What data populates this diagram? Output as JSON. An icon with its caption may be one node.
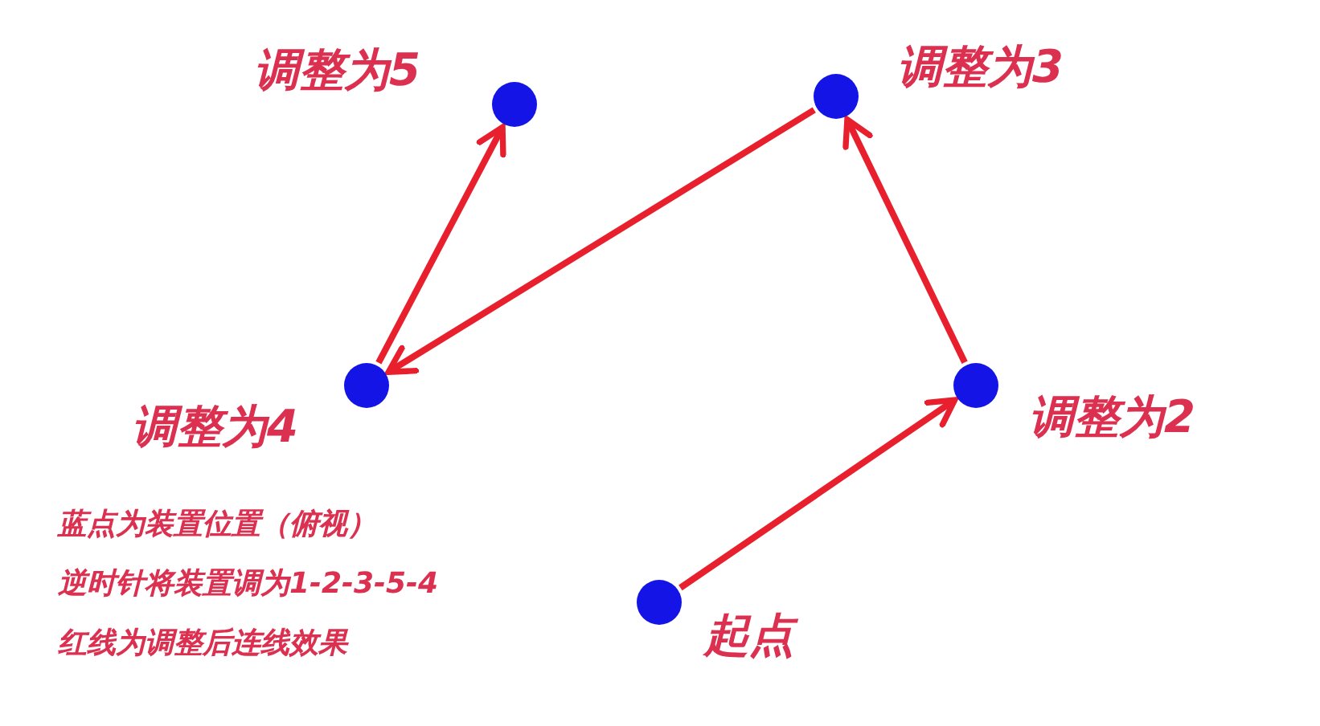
{
  "diagram": {
    "nodes": [
      {
        "text": [],
        "shape": "circle",
        "beside": [
          "调整为4"
        ]
      },
      {
        "text": [],
        "shape": "circle",
        "beside": [
          "调整为5"
        ]
      },
      {
        "text": [],
        "shape": "circle",
        "beside": [
          "起点"
        ]
      },
      {
        "text": [],
        "shape": "circle",
        "beside": [
          "调整为3"
        ]
      },
      {
        "text": [],
        "shape": "circle",
        "beside": [
          "调整为2"
        ]
      }
    ],
    "edges": [
      {
        "from": 2,
        "to": 4,
        "arrow": "to"
      },
      {
        "from": 4,
        "to": 3,
        "arrow": "to"
      },
      {
        "from": 3,
        "to": 0,
        "arrow": "to"
      },
      {
        "from": 0,
        "to": 1,
        "arrow": "to"
      }
    ],
    "labels": [
      "蓝点为装置位置（俯视）",
      "逆时针将装置调为1-2-3-5-4",
      "红线为调整后连线效果"
    ]
  }
}
